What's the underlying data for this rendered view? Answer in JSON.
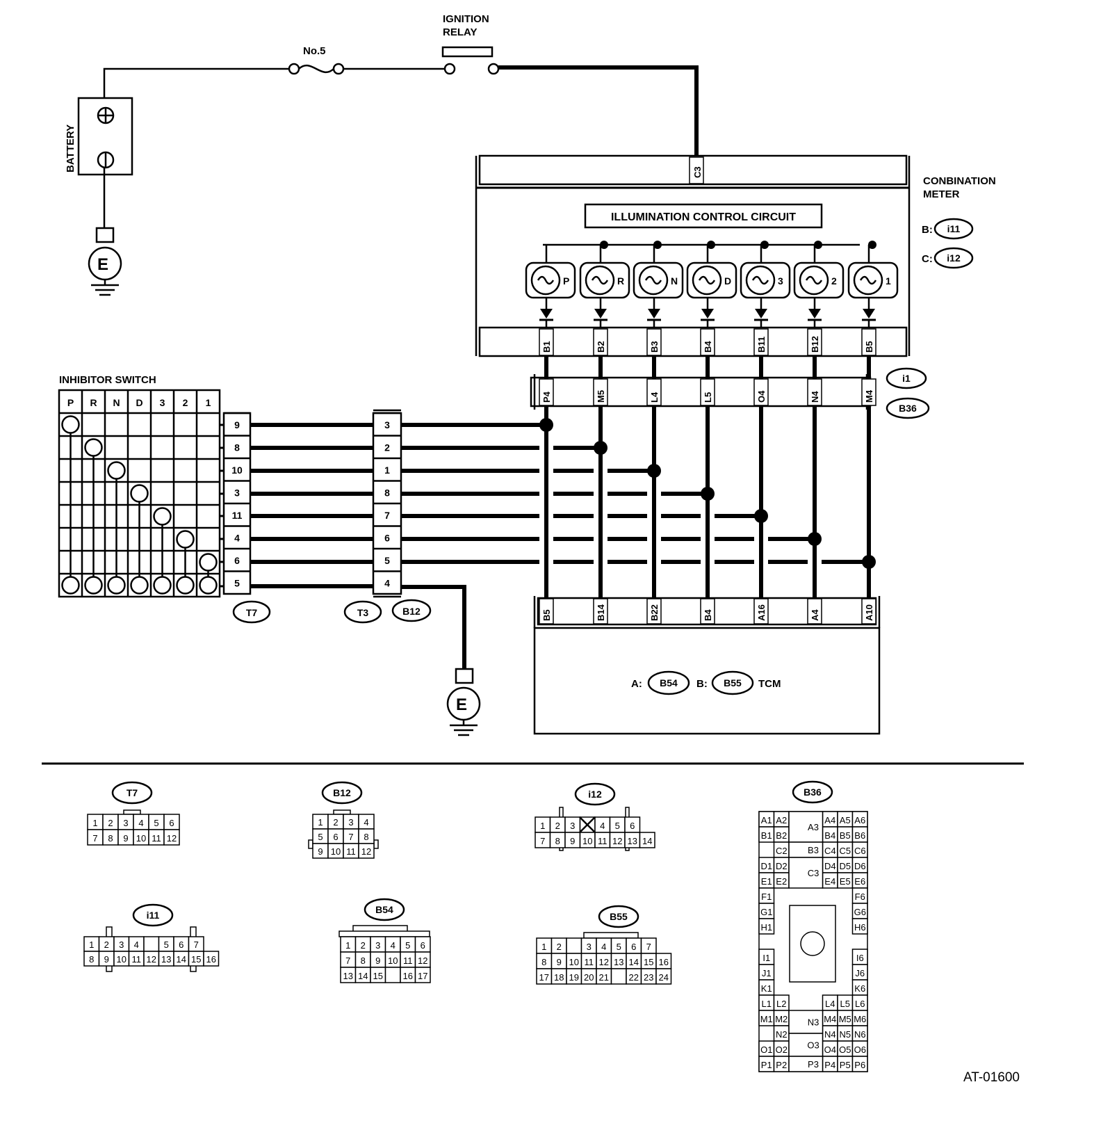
{
  "labels": {
    "ignition_relay_1": "IGNITION",
    "ignition_relay_2": "RELAY",
    "fuse": "No.5",
    "battery": "BATTERY",
    "ground": "E",
    "meter_title_1": "CONBINATION",
    "meter_title_2": "METER",
    "meter_conn_b_prefix": "B:",
    "meter_conn_b": "i11",
    "meter_conn_c_prefix": "C:",
    "meter_conn_c": "i12",
    "illumination": "ILLUMINATION CONTROL CIRCUIT",
    "meter_c_pin": "C3",
    "inhibitor_switch": "INHIBITOR SWITCH",
    "conn_i1": "i1",
    "conn_b36": "B36",
    "conn_t7": "T7",
    "conn_t3": "T3",
    "conn_b12": "B12",
    "tcm_a_prefix": "A:",
    "tcm_a": "B54",
    "tcm_b_prefix": "B:",
    "tcm_b": "B55",
    "tcm": "TCM",
    "figure_id": "AT-01600"
  },
  "indicators": [
    "P",
    "R",
    "N",
    "D",
    "3",
    "2",
    "1"
  ],
  "meter_pins": [
    "B1",
    "B2",
    "B3",
    "B4",
    "B11",
    "B12",
    "B5"
  ],
  "b36_pins": [
    "P4",
    "M5",
    "L4",
    "L5",
    "O4",
    "N4",
    "M4"
  ],
  "tcm_pins": [
    "B5",
    "B14",
    "B22",
    "B4",
    "A16",
    "A4",
    "A10"
  ],
  "switch_positions": [
    "P",
    "R",
    "N",
    "D",
    "3",
    "2",
    "1"
  ],
  "t7_pins": [
    "9",
    "8",
    "10",
    "3",
    "11",
    "4",
    "6",
    "5"
  ],
  "t3_pins": [
    "3",
    "2",
    "1",
    "8",
    "7",
    "6",
    "5",
    "4"
  ],
  "connectors": {
    "t7": {
      "name": "T7",
      "rows": [
        [
          "1",
          "2",
          "3",
          "4",
          "5",
          "6"
        ],
        [
          "7",
          "8",
          "9",
          "10",
          "11",
          "12"
        ]
      ]
    },
    "b12": {
      "name": "B12",
      "rows": [
        [
          "1",
          "2",
          "3",
          "4"
        ],
        [
          "5",
          "6",
          "7",
          "8"
        ],
        [
          "9",
          "10",
          "11",
          "12"
        ]
      ]
    },
    "i12": {
      "name": "i12",
      "row1": [
        "1",
        "2",
        "3",
        "",
        "4",
        "5",
        "6"
      ],
      "row2": [
        "7",
        "8",
        "9",
        "10",
        "11",
        "12",
        "13",
        "14"
      ]
    },
    "i11": {
      "name": "i11",
      "row1": [
        "1",
        "2",
        "3",
        "4",
        "",
        "5",
        "6",
        "7"
      ],
      "row2": [
        "8",
        "9",
        "10",
        "11",
        "12",
        "13",
        "14",
        "15",
        "16"
      ]
    },
    "b54": {
      "name": "B54",
      "rows": [
        [
          "1",
          "2",
          "3",
          "4",
          "5",
          "6"
        ],
        [
          "7",
          "8",
          "9",
          "10",
          "11",
          "12"
        ],
        [
          "13",
          "14",
          "15",
          "",
          "16",
          "17"
        ]
      ]
    },
    "b55": {
      "name": "B55",
      "row1": [
        "1",
        "2",
        "",
        "3",
        "4",
        "5",
        "6",
        "7"
      ],
      "row2": [
        "8",
        "9",
        "10",
        "11",
        "12",
        "13",
        "14",
        "15",
        "16"
      ],
      "row3": [
        "17",
        "18",
        "19",
        "20",
        "21",
        "",
        "22",
        "23",
        "24"
      ]
    },
    "b36": {
      "name": "B36",
      "left": [
        [
          "A1",
          "A2"
        ],
        [
          "B1",
          "B2"
        ],
        [
          "",
          "C2"
        ],
        [
          "D1",
          "D2"
        ],
        [
          "E1",
          "E2"
        ],
        [
          "F1",
          ""
        ],
        [
          "G1",
          ""
        ],
        [
          "H1",
          ""
        ],
        [
          "",
          ""
        ],
        [
          "I1",
          ""
        ],
        [
          "J1",
          ""
        ],
        [
          "K1",
          ""
        ],
        [
          "L1",
          "L2"
        ],
        [
          "M1",
          "M2"
        ],
        [
          "",
          "N2"
        ],
        [
          "O1",
          "O2"
        ],
        [
          "P1",
          "P2"
        ]
      ],
      "center": [
        "A3",
        "B3",
        "C3",
        "N3",
        "O3",
        "P3"
      ],
      "right": [
        [
          "A4",
          "A5",
          "A6"
        ],
        [
          "B4",
          "B5",
          "B6"
        ],
        [
          "C4",
          "C5",
          "C6"
        ],
        [
          "D4",
          "D5",
          "D6"
        ],
        [
          "E4",
          "E5",
          "E6"
        ],
        [
          "",
          "",
          "F6"
        ],
        [
          "",
          "",
          "G6"
        ],
        [
          "",
          "",
          "H6"
        ],
        [
          "",
          "",
          ""
        ],
        [
          "",
          "",
          "I6"
        ],
        [
          "",
          "",
          "J6"
        ],
        [
          "",
          "",
          "K6"
        ],
        [
          "L4",
          "L5",
          "L6"
        ],
        [
          "M4",
          "M5",
          "M6"
        ],
        [
          "N4",
          "N5",
          "N6"
        ],
        [
          "O4",
          "O5",
          "O6"
        ],
        [
          "P4",
          "P5",
          "P6"
        ]
      ]
    }
  }
}
